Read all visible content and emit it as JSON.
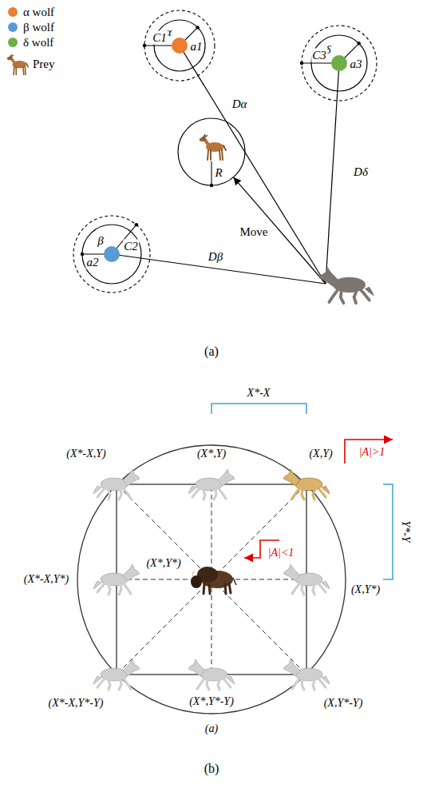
{
  "diagram": {
    "nodes": [
      {
        "text": [
          "α",
          "a1",
          "C1"
        ]
      },
      {
        "text": [
          "δ",
          "a3",
          "C3"
        ]
      },
      {
        "text": [
          "R"
        ]
      },
      {
        "text": [
          "β",
          "a2",
          "C2"
        ]
      }
    ],
    "labels": [
      "Dα",
      "Dδ",
      "Move",
      "Dβ",
      "(a)",
      "X*-X",
      "(X*-X,Y)",
      "(X*,Y)",
      "(X,Y)",
      "|A|>1",
      "Y*-Y",
      "(X*,Y*)",
      "|A|<1",
      "(X*-X,Y*)",
      "(X,Y*)",
      "(X*-X,Y*-Y)",
      "(X*,Y*-Y)",
      "(X,Y*-Y)",
      "(a)",
      "(b)"
    ],
    "legend": [
      {
        "text": "α wolf",
        "color": "#ED7D31"
      },
      {
        "text": "β wolf",
        "color": "#5B9BD5"
      },
      {
        "text": "δ wolf",
        "color": "#70AD47"
      },
      {
        "text": "Prey"
      }
    ]
  }
}
